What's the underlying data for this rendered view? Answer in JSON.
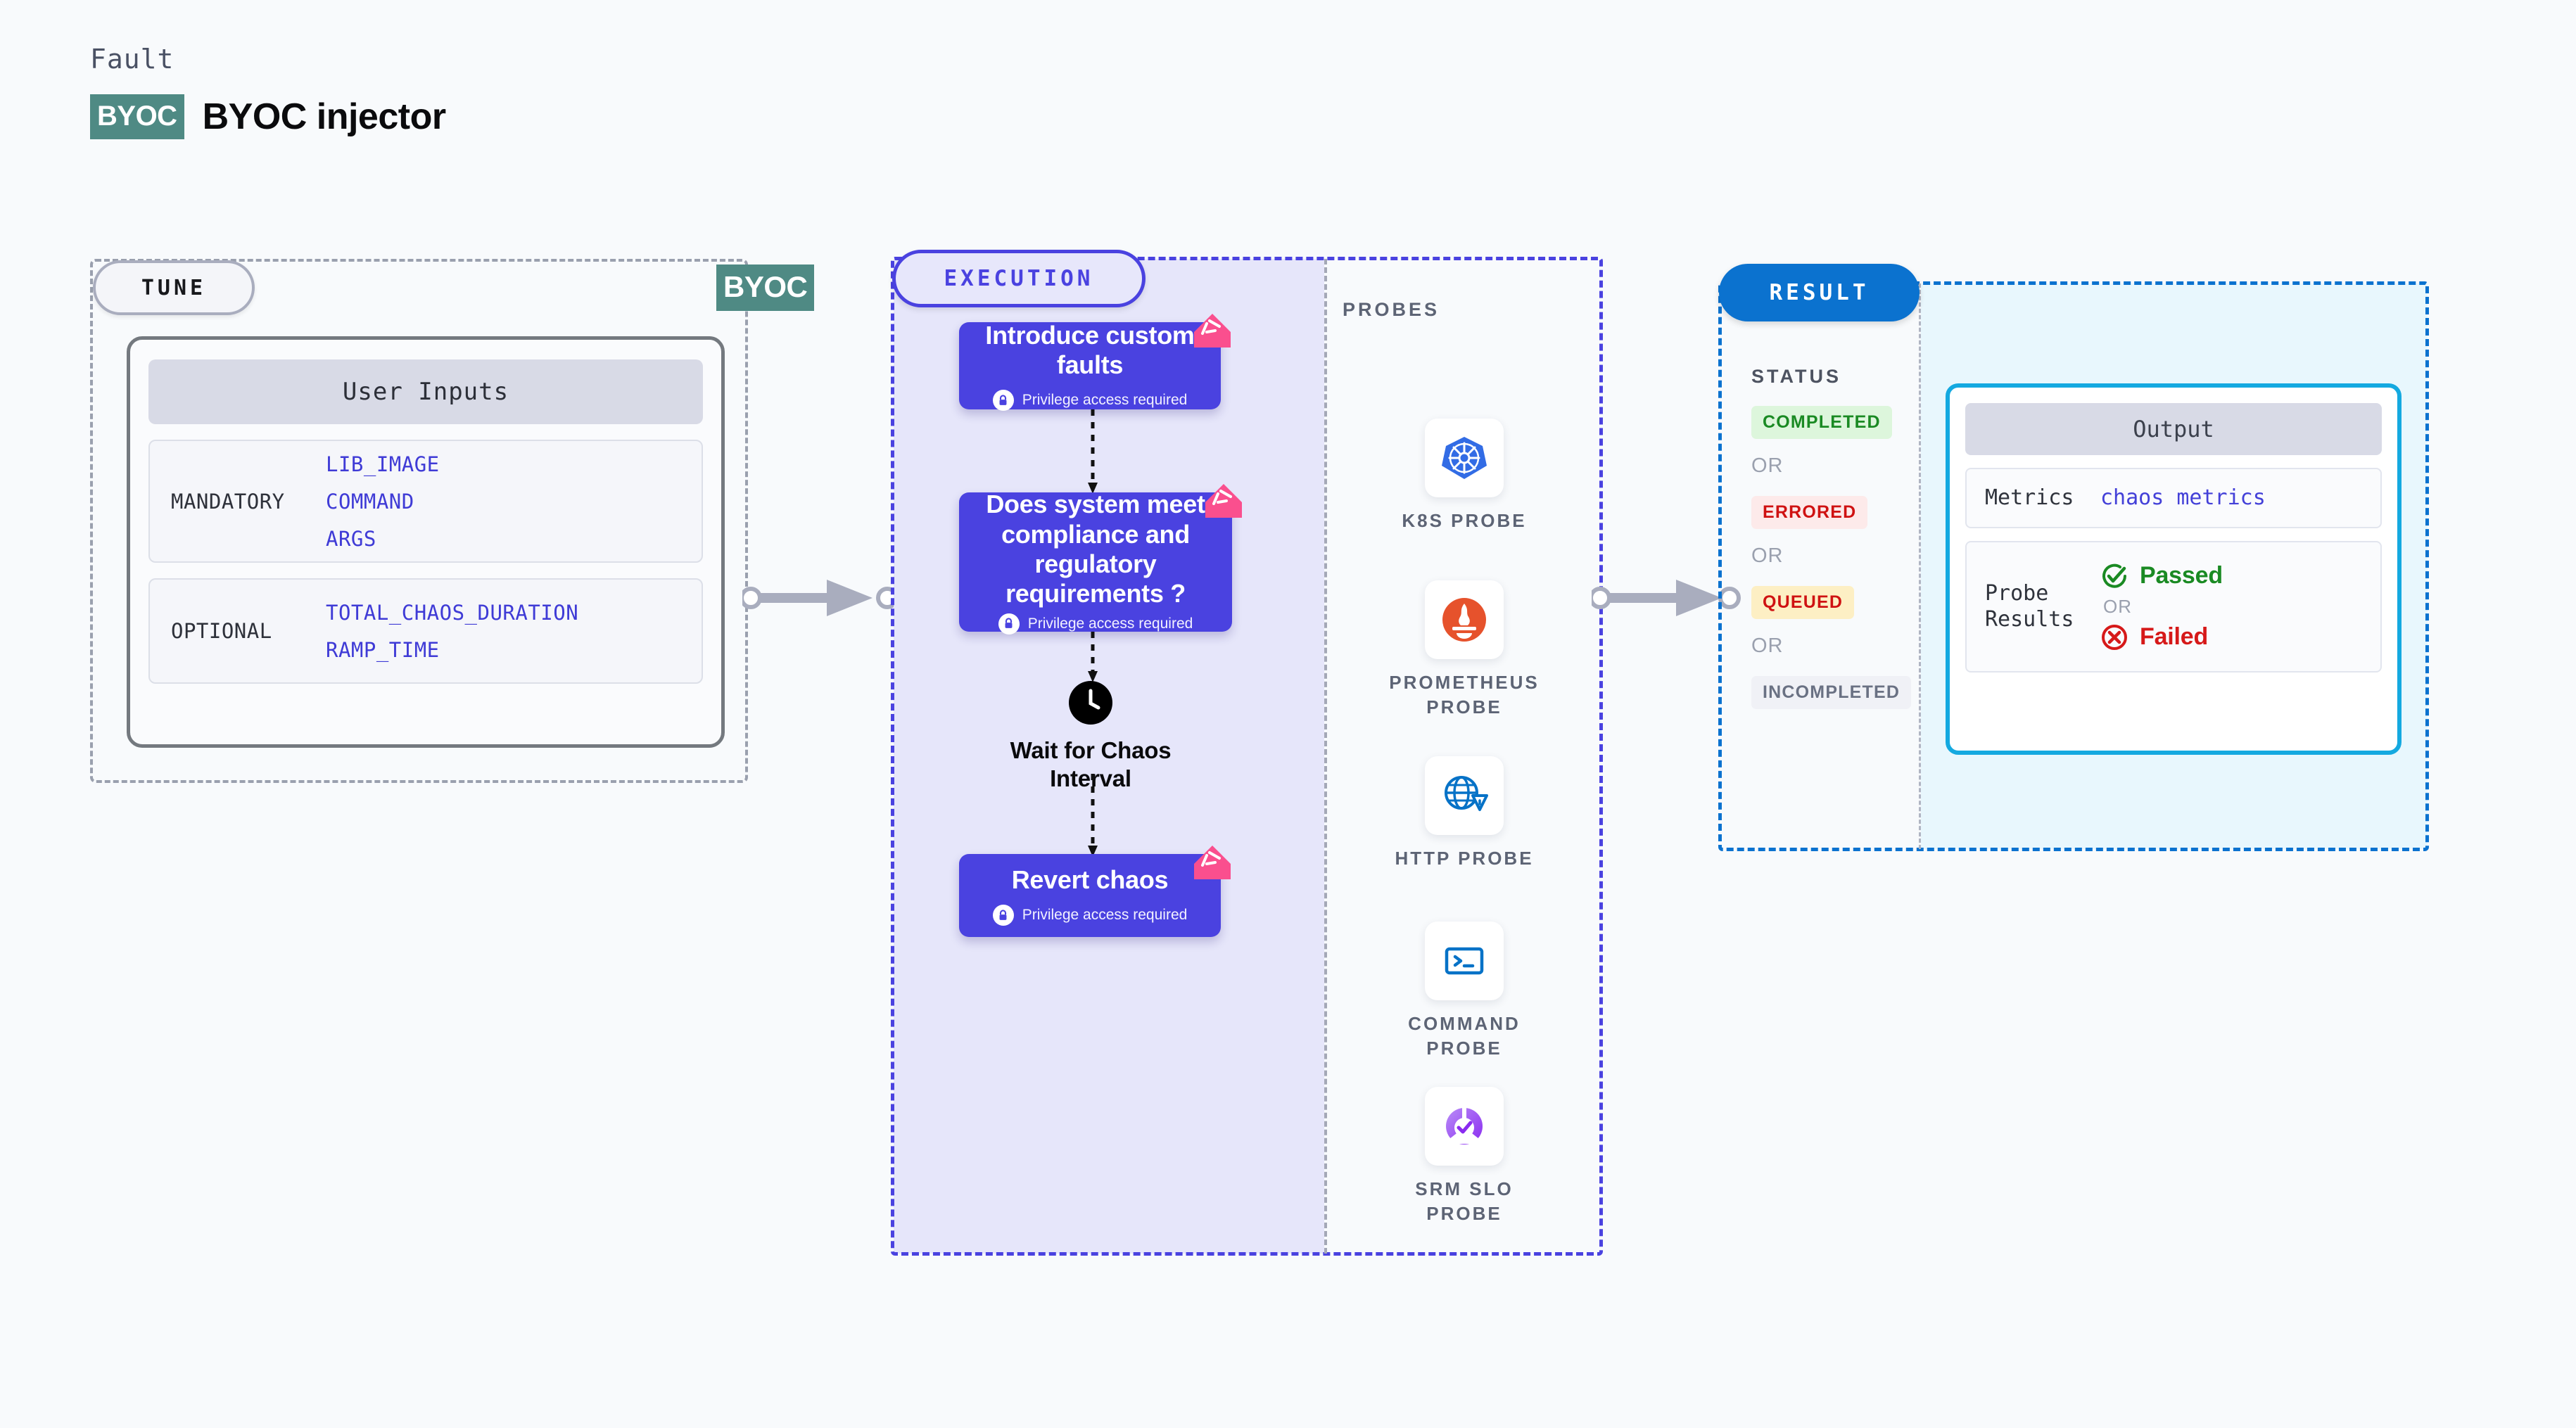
{
  "header": {
    "kicker": "Fault",
    "chip": "BYOC",
    "title": "BYOC injector"
  },
  "tune": {
    "pill_label": "TUNE",
    "edge_chip": "BYOC",
    "card_title": "User Inputs",
    "groups": [
      {
        "label": "MANDATORY",
        "values": [
          "LIB_IMAGE",
          "COMMAND",
          "ARGS"
        ]
      },
      {
        "label": "OPTIONAL",
        "values": [
          "TOTAL_CHAOS_DURATION",
          "RAMP_TIME"
        ]
      }
    ]
  },
  "execution": {
    "pill_label": "EXECUTION",
    "privilege_note": "Privilege access required",
    "nodes": [
      {
        "title": "Introduce custom faults",
        "sub": "Privilege access required"
      },
      {
        "title": "Does system meet compliance and regulatory requirements ?",
        "sub": "Privilege access required"
      },
      {
        "title": "Wait for Chaos Interval"
      },
      {
        "title": "Revert chaos",
        "sub": "Privilege access required"
      }
    ]
  },
  "probes": {
    "section_label": "PROBES",
    "items": [
      {
        "name": "K8S PROBE",
        "icon": "kubernetes-icon"
      },
      {
        "name": "PROMETHEUS PROBE",
        "icon": "prometheus-icon"
      },
      {
        "name": "HTTP PROBE",
        "icon": "http-globe-icon"
      },
      {
        "name": "COMMAND PROBE",
        "icon": "terminal-icon"
      },
      {
        "name": "SRM SLO PROBE",
        "icon": "srm-slo-icon"
      }
    ]
  },
  "result": {
    "pill_label": "RESULT",
    "status_heading": "STATUS",
    "or_label": "OR",
    "statuses": [
      {
        "label": "COMPLETED",
        "fg": "#1a8a23",
        "bg": "#ddf6dc"
      },
      {
        "label": "ERRORED",
        "fg": "#cf1212",
        "bg": "#fdeaea"
      },
      {
        "label": "QUEUED",
        "fg": "#cf1212",
        "bg": "#fdefc4"
      },
      {
        "label": "INCOMPLETED",
        "fg": "#6a7183",
        "bg": "#f0f1f6"
      }
    ],
    "output": {
      "title": "Output",
      "metrics_label": "Metrics",
      "metrics_value": "chaos metrics",
      "probe_results_label": "Probe Results",
      "passed_label": "Passed",
      "failed_label": "Failed",
      "or_label": "OR"
    }
  },
  "colors": {
    "accent_purple": "#4a42e0",
    "accent_blue": "#0b72cf",
    "accent_cyan": "#14a9e0",
    "byoc_teal": "#4f8a84",
    "badge_pink": "#fa4f8e"
  }
}
